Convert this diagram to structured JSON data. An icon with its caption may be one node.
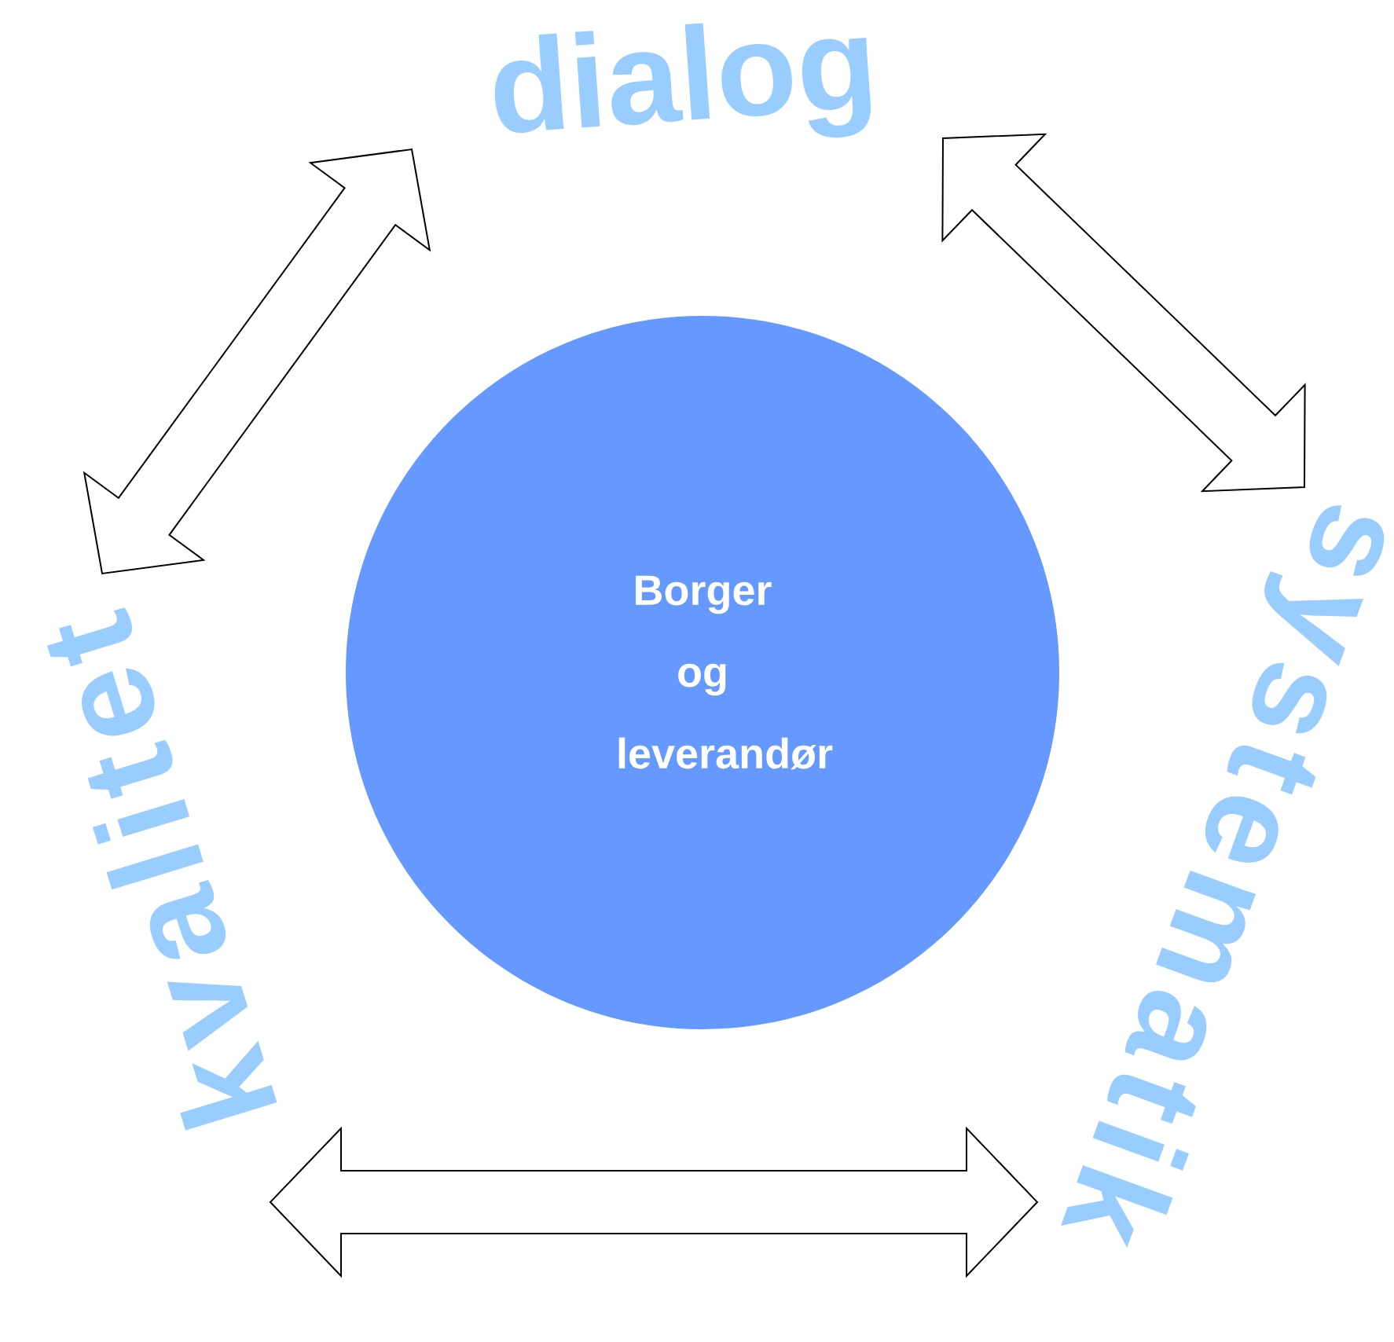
{
  "diagram": {
    "nodes": [
      {
        "text": [
          "dialog"
        ]
      },
      {
        "text": [
          "kvalitet"
        ]
      },
      {
        "text": [
          "Borger og leverandør"
        ]
      },
      {
        "text": [
          "systematik"
        ]
      }
    ],
    "edges": [
      {
        "from": 1,
        "to": 0,
        "arrow": "both"
      },
      {
        "from": 0,
        "to": 3,
        "arrow": "both"
      },
      {
        "from": 1,
        "to": 3,
        "arrow": "both"
      }
    ]
  }
}
